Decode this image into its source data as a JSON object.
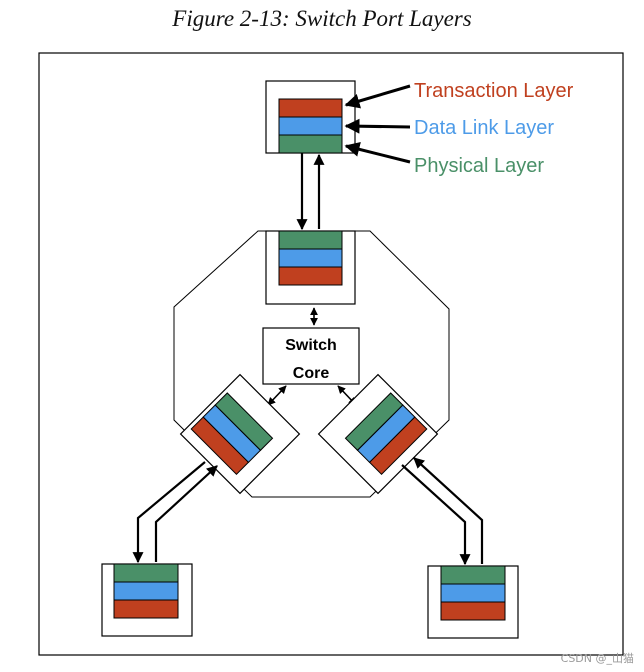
{
  "figure": {
    "title": "Figure 2-13: Switch Port Layers"
  },
  "legend": {
    "transaction": "Transaction Layer",
    "data_link": "Data Link Layer",
    "physical": "Physical Layer"
  },
  "switch_core": {
    "line1": "Switch",
    "line2": "Core"
  },
  "colors": {
    "transaction": "#c0401f",
    "data_link": "#4d9be8",
    "physical": "#4a9068"
  },
  "watermark": "CSDN @_山猫"
}
